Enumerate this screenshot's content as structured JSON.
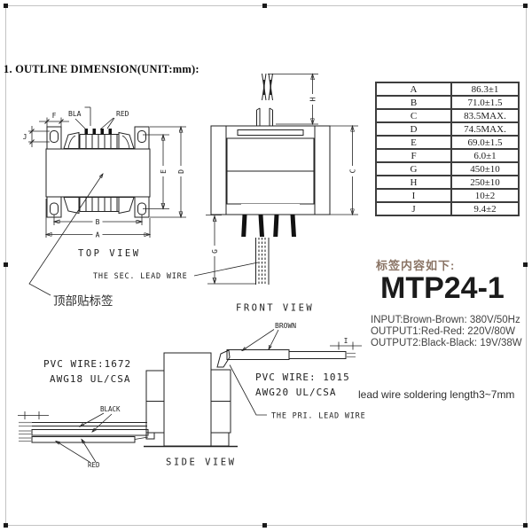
{
  "title": "1. OUTLINE DIMENSION(UNIT:mm):",
  "dimension_table": {
    "rows": [
      {
        "key": "A",
        "value": "86.3±1"
      },
      {
        "key": "B",
        "value": "71.0±1.5"
      },
      {
        "key": "C",
        "value": "83.5MAX."
      },
      {
        "key": "D",
        "value": "74.5MAX."
      },
      {
        "key": "E",
        "value": "69.0±1.5"
      },
      {
        "key": "F",
        "value": "6.0±1"
      },
      {
        "key": "G",
        "value": "450±10"
      },
      {
        "key": "H",
        "value": "250±10"
      },
      {
        "key": "I",
        "value": "10±2"
      },
      {
        "key": "J",
        "value": "9.4±2"
      }
    ]
  },
  "label_block": {
    "heading": "标签内容如下:",
    "model": "MTP24-1",
    "specs": [
      "INPUT:Brown-Brown: 380V/50Hz",
      "OUTPUT1:Red-Red: 220V/80W",
      "OUTPUT2:Black-Black: 19V/38W"
    ],
    "solder_note": "lead wire soldering length3~7mm"
  },
  "top_view": {
    "caption": "TOP VIEW",
    "label_bla": "BLA",
    "label_red": "RED",
    "dim_f": "F",
    "dim_j": "J",
    "dim_b": "B",
    "dim_a": "A",
    "dim_e": "E",
    "dim_d": "D",
    "top_label_cn": "顶部贴标签",
    "sec_lead_wire": "THE SEC. LEAD WIRE"
  },
  "front_view": {
    "caption": "FRONT VIEW",
    "dim_h": "H",
    "dim_c": "C",
    "dim_g": "G"
  },
  "side_view": {
    "caption": "SIDE VIEW",
    "pvc_wire_sec_1": "PVC WIRE:1672",
    "pvc_wire_sec_2": "AWG18 UL/CSA",
    "pvc_wire_pri_1": "PVC WIRE: 1015",
    "pvc_wire_pri_2": "AWG20 UL/CSA",
    "label_black": "BLACK",
    "label_red": "RED",
    "label_brown": "BROWN",
    "dim_i": "I",
    "pri_lead_wire": "THE PRI. LEAD WIRE"
  },
  "colors": {
    "wire_green": "#4e9a4e",
    "wire_purple": "#b066b0",
    "wire_brown_hatch": "#c0392b",
    "heading_brown": "#8a7465"
  }
}
